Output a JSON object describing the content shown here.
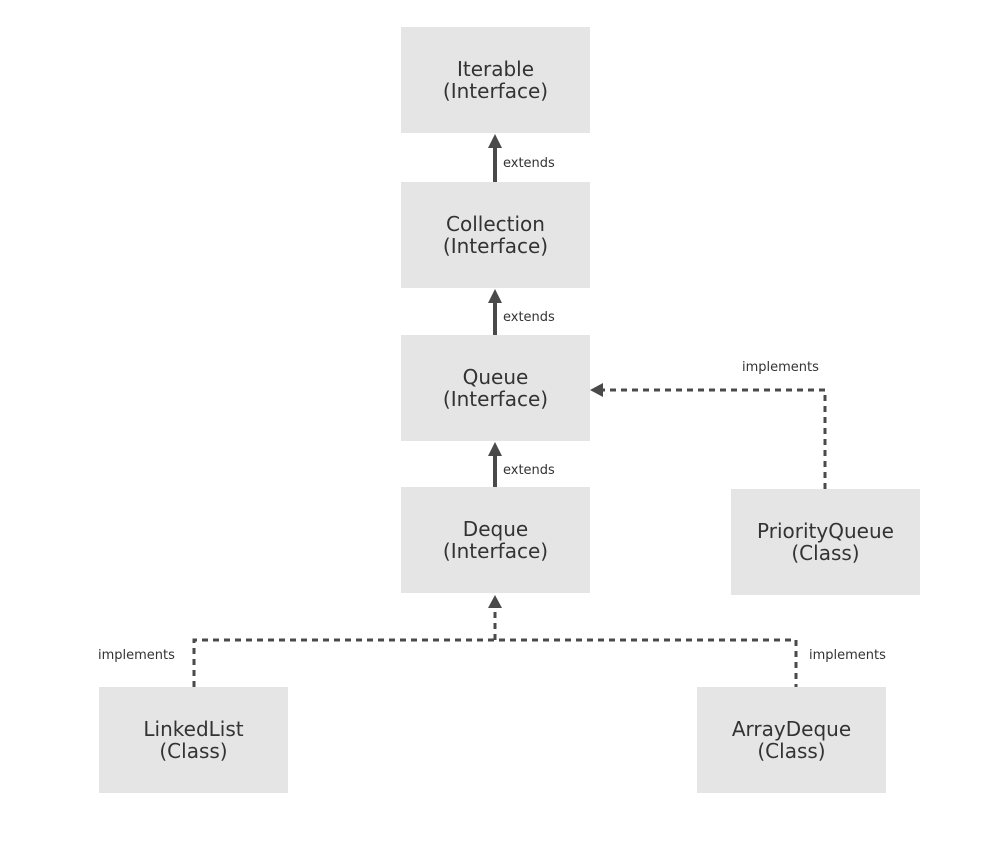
{
  "nodes": {
    "iterable": {
      "name": "Iterable",
      "kind": "(Interface)"
    },
    "collection": {
      "name": "Collection",
      "kind": "(Interface)"
    },
    "queue": {
      "name": "Queue",
      "kind": "(Interface)"
    },
    "deque": {
      "name": "Deque",
      "kind": "(Interface)"
    },
    "priority_queue": {
      "name": "PriorityQueue",
      "kind": "(Class)"
    },
    "linked_list": {
      "name": "LinkedList",
      "kind": "(Class)"
    },
    "array_deque": {
      "name": "ArrayDeque",
      "kind": "(Class)"
    }
  },
  "edges": {
    "collection_to_iterable": "extends",
    "queue_to_collection": "extends",
    "deque_to_queue": "extends",
    "priority_queue_to_queue": "implements",
    "linked_list_to_deque": "implements",
    "array_deque_to_deque": "implements"
  },
  "colors": {
    "node_fill": "#e5e5e5",
    "line": "#4a4a4a",
    "text": "#333333"
  }
}
